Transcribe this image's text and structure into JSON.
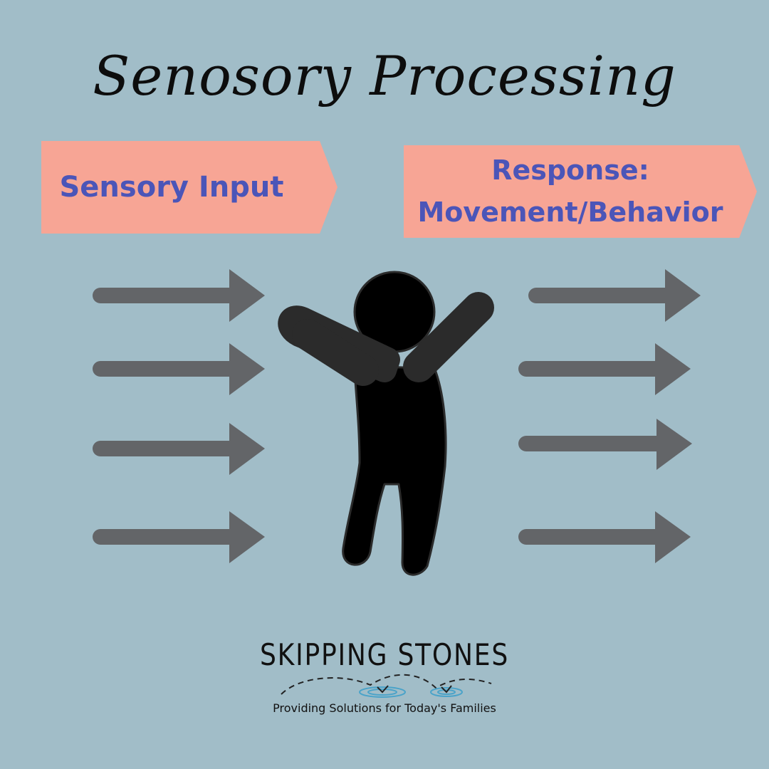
{
  "title": "Senosory Processing",
  "banners": {
    "input_label": "Sensory Input",
    "response_line1": "Response:",
    "response_line2": "Movement/Behavior"
  },
  "logo": {
    "name": "SKIPPING STONES",
    "tagline": "Providing Solutions for Today's Families"
  },
  "colors": {
    "background": "#a1bdc8",
    "banner": "#f7a595",
    "banner_text": "#4b55b8",
    "arrow": "#636568",
    "figure": "#000000"
  },
  "icons": [
    "person-arms-raised-icon",
    "arrow-right-icon",
    "stone-ripple-icon"
  ]
}
